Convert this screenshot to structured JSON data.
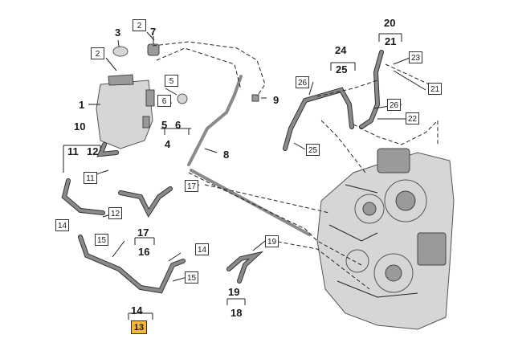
{
  "colors": {
    "highlight": "#f4b73a",
    "line": "#222222",
    "part": "#d6d6d6"
  },
  "labels": {
    "n1": "1",
    "n2a": "2",
    "n2b": "2",
    "n3": "3",
    "n4": "4",
    "n5": "5",
    "n5b": "5",
    "n6a": "6",
    "n6b": "6",
    "n7": "7",
    "n8": "8",
    "n9": "9",
    "n10": "10",
    "n11a": "11",
    "n11b": "11",
    "n12a": "12",
    "n12b": "12",
    "n13": "13",
    "n14a": "14",
    "n14b": "14",
    "n14c": "14",
    "n15a": "15",
    "n15b": "15",
    "n16": "16",
    "n17a": "17",
    "n17b": "17",
    "n18": "18",
    "n19a": "19",
    "n19b": "19",
    "n20": "20",
    "n21a": "21",
    "n21b": "21",
    "n22": "22",
    "n23": "23",
    "n24": "24",
    "n25a": "25",
    "n25b": "25",
    "n26a": "26",
    "n26b": "26"
  }
}
